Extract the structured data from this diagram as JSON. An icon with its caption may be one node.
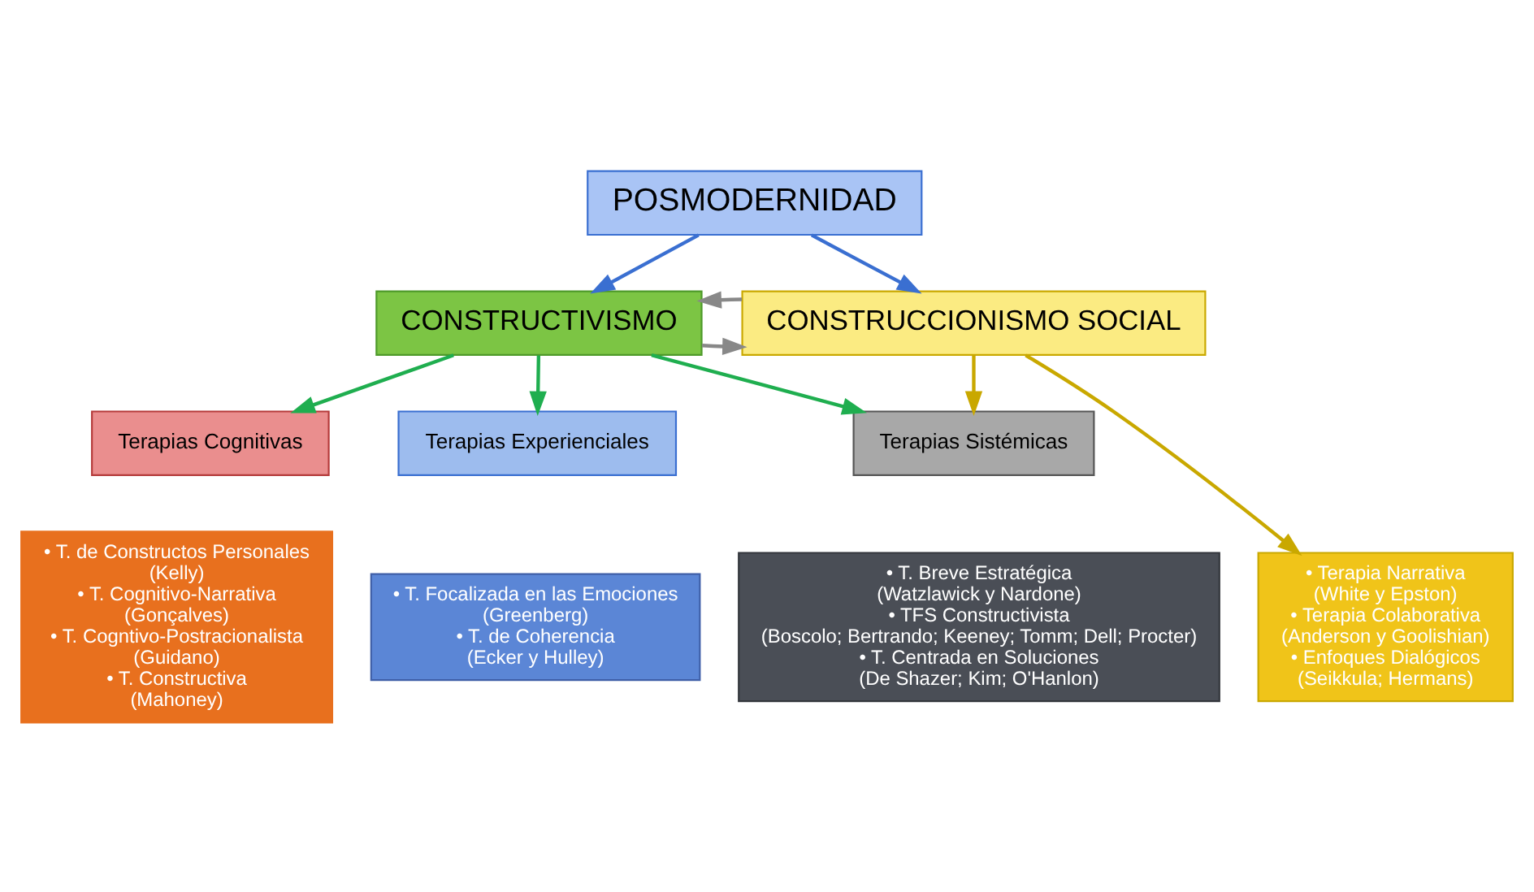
{
  "diagram": {
    "nodes": [
      {
        "text": [
          "POSMODERNIDAD"
        ]
      },
      {
        "text": [
          "CONSTRUCTIVISMO"
        ]
      },
      {
        "text": [
          "CONSTRUCCIONISMO SOCIAL"
        ]
      },
      {
        "text": [
          "Terapias Cognitivas"
        ]
      },
      {
        "text": [
          "Terapias Experienciales"
        ]
      },
      {
        "text": [
          "Terapias Sistémicas"
        ]
      },
      {
        "text": [
          "• T. de Constructos Personales",
          "(Kelly)",
          "• T. Cognitivo-Narrativa",
          "(Gonçalves)",
          "• T. Cogntivo-Postracionalista",
          "(Guidano)",
          "• T. Constructiva",
          "(Mahoney)"
        ]
      },
      {
        "text": [
          "• T. Focalizada en las Emociones",
          "(Greenberg)",
          "• T. de Coherencia",
          "(Ecker y Hulley)"
        ]
      },
      {
        "text": [
          "• T. Breve Estratégica",
          "(Watzlawick y Nardone)",
          "• TFS Constructivista",
          "(Boscolo; Bertrando; Keeney; Tomm; Dell; Procter)",
          "• T. Centrada en Soluciones",
          "(De Shazer; Kim; O'Hanlon)"
        ]
      },
      {
        "text": [
          "• Terapia Narrativa",
          "(White y Epston)",
          "• Terapia Colaborativa",
          "(Anderson y Goolishian)",
          "• Enfoques Dialógicos",
          "(Seikkula; Hermans)"
        ]
      }
    ],
    "edges": [
      {
        "from": 0,
        "to": 1,
        "arrow": "to",
        "color": "#3a6fd1"
      },
      {
        "from": 0,
        "to": 2,
        "arrow": "to",
        "color": "#3a6fd1"
      },
      {
        "from": 1,
        "to": 2,
        "arrow": "to",
        "color": "#888888"
      },
      {
        "from": 2,
        "to": 1,
        "arrow": "to",
        "color": "#888888"
      },
      {
        "from": 1,
        "to": 3,
        "arrow": "to",
        "color": "#1fae4f"
      },
      {
        "from": 1,
        "to": 4,
        "arrow": "to",
        "color": "#1fae4f"
      },
      {
        "from": 1,
        "to": 5,
        "arrow": "to",
        "color": "#1fae4f"
      },
      {
        "from": 2,
        "to": 5,
        "arrow": "to",
        "color": "#c9a800"
      },
      {
        "from": 2,
        "to": 9,
        "arrow": "to",
        "color": "#c9a800"
      }
    ]
  }
}
